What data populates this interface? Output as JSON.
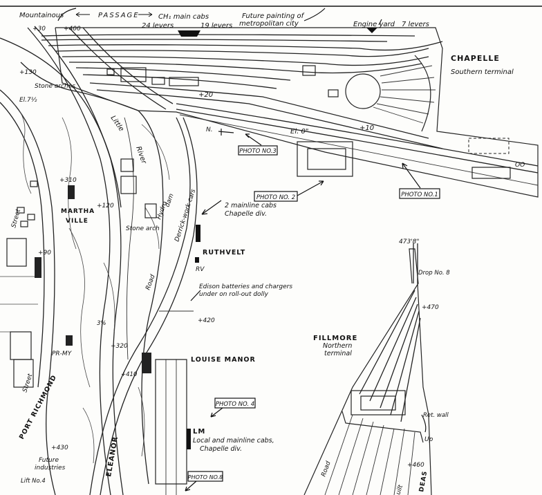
{
  "labels": {
    "mountainous": "Mountainous",
    "passage": "PASSAGE",
    "ch1_main_cabs": "CH₁ main cabs",
    "levers_24": "24 levers",
    "levers_19": "19 levers",
    "future_painting": "Future painting of",
    "metropolitan_city": "metropolitan city",
    "engine_yard": "Engine yard",
    "levers_7": "7 levers",
    "chapelle": "CHAPELLE",
    "southern_terminal": "Southern terminal",
    "plus30": "+30",
    "plus400": "+400",
    "plus130": "+130",
    "stone_arches": "Stone arches",
    "el_7half": "El.7½",
    "plus20": "+20",
    "little": "Little",
    "river": "River",
    "north": "N.",
    "el_0": "El. 0\"",
    "plus10": "+10",
    "oo": "OO",
    "photo3": "PHOTO NO.3",
    "photo2": "PHOTO NO. 2",
    "photo1": "PHOTO NO.1",
    "street_top": "Street",
    "plus310": "+310",
    "martha": "MARTHA",
    "ville": "VILLE",
    "plus120": "+120",
    "hydro": "Hydro",
    "dam": "dam",
    "derrick_cars": "Derrick-work cars",
    "stone_arch": "Stone arch",
    "mainline_cabs_1": "2 mainline cabs",
    "mainline_cabs_2": "Chapelle div.",
    "plus90": "+90",
    "ruthvelt": "RUTHVELT",
    "rv": "RV",
    "road": "Road",
    "edison_1": "Edison batteries and chargers",
    "edison_2": "under on roll-out dolly",
    "plus420": "+420",
    "height_473": "473'8\"",
    "drop8": "Drop No. 8",
    "plus470": "+470",
    "fillmore": "FILLMORE",
    "northern_terminal": "Northern",
    "terminal_word": "terminal",
    "pr_my": "PR-MY",
    "plus320": "+320",
    "louise_manor": "LOUISE MANOR",
    "street_bottom": "Street",
    "port_richmond": "PORT RICHMOND",
    "plus410": "+410",
    "photo4": "PHOTO NO. 4",
    "ret_wall": "Ret. wall",
    "up": "Up",
    "eleanor": "ELEANOR",
    "plus430": "+430",
    "lm": "LM",
    "lm_cabs_1": "Local and mainline cabs,",
    "lm_cabs_2": "Chapelle div.",
    "future_industries_1": "Future",
    "future_industries_2": "industries",
    "plus460": "+460",
    "road_bottom": "Road",
    "lift4": "Lift No.4",
    "photo8": "PHOTO NO.8",
    "deas": "DEAS",
    "uilt": "uilt",
    "grade3": "3%"
  }
}
